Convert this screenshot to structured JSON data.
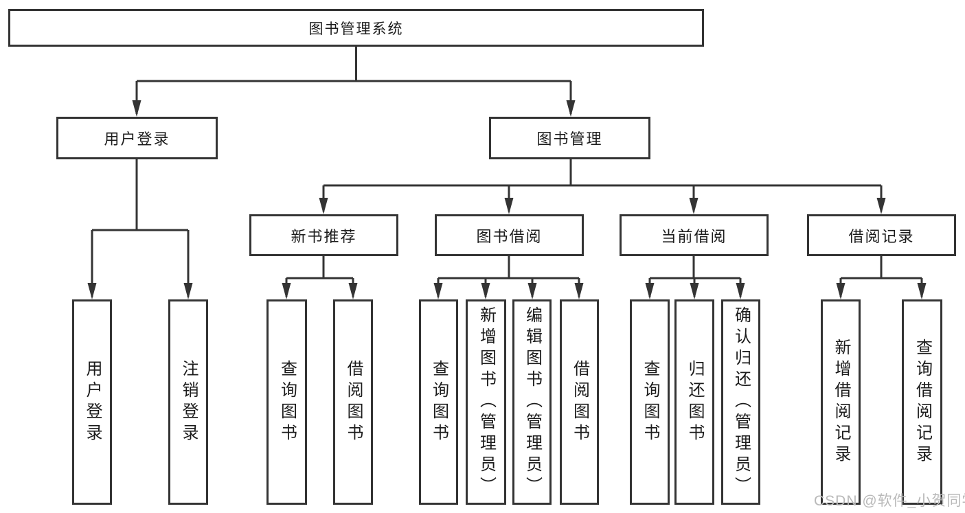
{
  "tree": {
    "root": {
      "label": "图书管理系统"
    },
    "branches": [
      {
        "label": "用户登录",
        "children": [
          {
            "label": "用户登录"
          },
          {
            "label": "注销登录"
          }
        ]
      },
      {
        "label": "图书管理",
        "children": [
          {
            "label": "新书推荐",
            "children": [
              {
                "label": "查询图书"
              },
              {
                "label": "借阅图书"
              }
            ]
          },
          {
            "label": "图书借阅",
            "children": [
              {
                "label": "查询图书"
              },
              {
                "label": "新增图书（管理员）"
              },
              {
                "label": "编辑图书（管理员）"
              },
              {
                "label": "借阅图书"
              }
            ]
          },
          {
            "label": "当前借阅",
            "children": [
              {
                "label": "查询图书"
              },
              {
                "label": "归还图书"
              },
              {
                "label": "确认归还（管理员）"
              }
            ]
          },
          {
            "label": "借阅记录",
            "children": [
              {
                "label": "新增借阅记录"
              },
              {
                "label": "查询借阅记录"
              }
            ]
          }
        ]
      }
    ]
  },
  "watermark": "CSDN @软件_小贺同学",
  "colors": {
    "line": "#343434",
    "text": "#1c1c1c",
    "watermark": "#b9b9b9",
    "background": "#ffffff"
  }
}
